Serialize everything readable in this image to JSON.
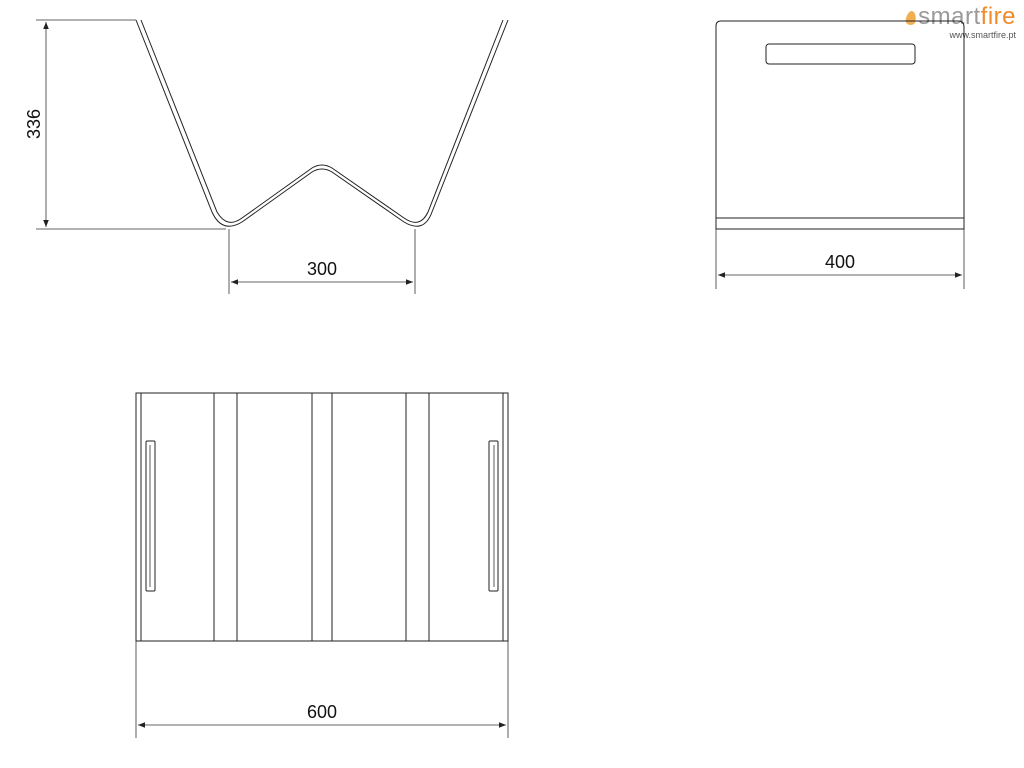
{
  "brand": {
    "name_part1": "smart",
    "name_part2": "fire",
    "url": "www.smartfire.pt",
    "color_part1": "#9a9a9a",
    "color_part2": "#f08a2a",
    "flame_icon": "flame-icon"
  },
  "dimensions": {
    "height": "336",
    "bottom_width": "300",
    "depth": "400",
    "length": "600"
  },
  "colors": {
    "line": "#222222",
    "background": "#ffffff"
  }
}
